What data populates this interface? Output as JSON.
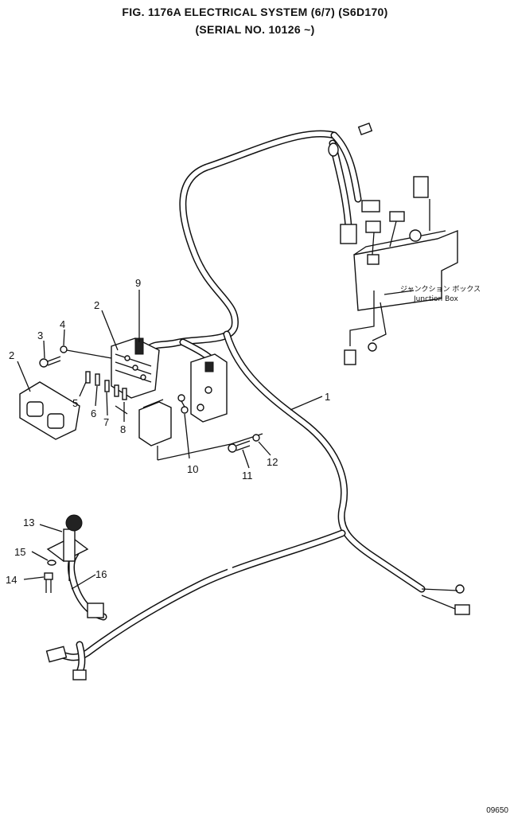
{
  "title_line1": "FIG. 1176A   ELECTRICAL SYSTEM (6/7) (S6D170)",
  "title_line2": "(SERIAL NO. 10126 ~)",
  "callouts": {
    "c1": "1",
    "c2a": "2",
    "c2b": "2",
    "c3": "3",
    "c4": "4",
    "c5": "5",
    "c6": "6",
    "c7": "7",
    "c8": "8",
    "c9": "9",
    "c10": "10",
    "c11": "11",
    "c12": "12",
    "c13": "13",
    "c14": "14",
    "c15": "15",
    "c16": "16"
  },
  "junction_box_jp": "ジャンクション ボックス",
  "junction_box_en": "Junction Box",
  "drawing_code": "09650"
}
